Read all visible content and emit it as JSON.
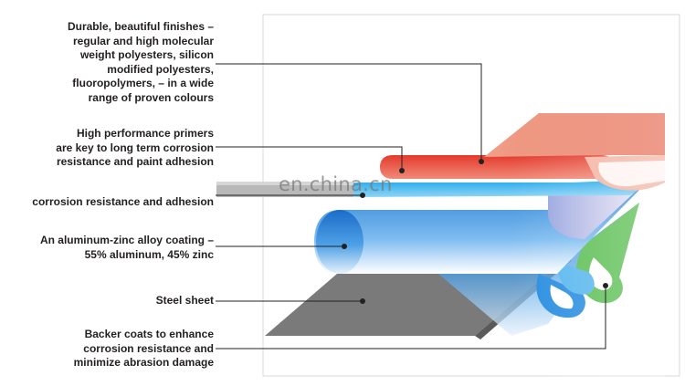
{
  "labels": [
    {
      "id": "finish",
      "lines": [
        "Durable, beautiful finishes –",
        "regular and high molecular",
        "weight polyesters, silicon",
        "modified polyesters,",
        "fluoropolymers, – in a wide",
        "range of proven colours"
      ]
    },
    {
      "id": "primer",
      "lines": [
        "High performance primers",
        "are key to long term corrosion",
        "resistance and paint adhesion"
      ]
    },
    {
      "id": "pretreatment",
      "lines": [
        "corrosion resistance and adhesion"
      ]
    },
    {
      "id": "alloy",
      "lines": [
        "An aluminum-zinc alloy coating –",
        "55% aluminum, 45% zinc"
      ]
    },
    {
      "id": "steel",
      "lines": [
        "Steel sheet"
      ]
    },
    {
      "id": "backer",
      "lines": [
        "Backer coats to enhance",
        "corrosion resistance and",
        "minimize abrasion damage"
      ]
    }
  ],
  "watermark": "en.china.cn",
  "colors": {
    "finish_coat": "#e8826a",
    "primer": "#e5483a",
    "pretreatment": "#3aaee8",
    "alloy": "#2c7ed0",
    "steel": "#8a8a8a",
    "backer_green": "#5dbf55",
    "leader": "#222222"
  }
}
